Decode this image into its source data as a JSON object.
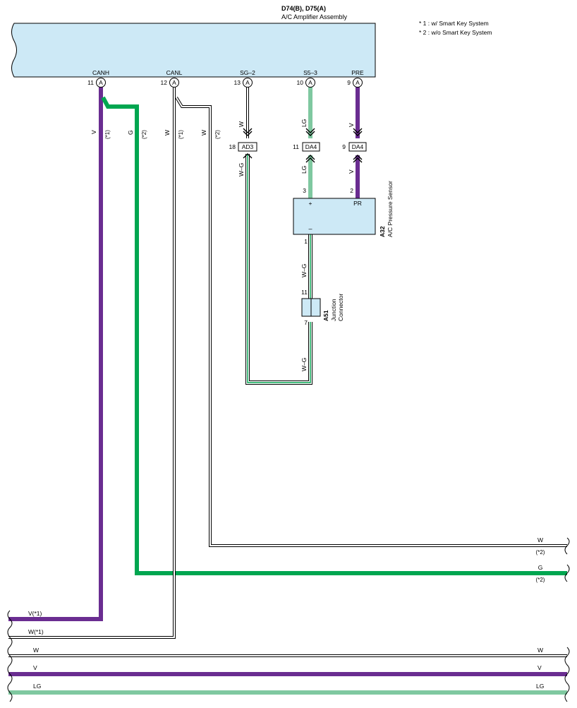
{
  "amplifier": {
    "code": "D74(B), D75(A)",
    "name": "A/C Amplifier Assembly",
    "pins": [
      {
        "label": "CANH",
        "num": "11",
        "conn": "A"
      },
      {
        "label": "CANL",
        "num": "12",
        "conn": "A"
      },
      {
        "label": "SG–2",
        "num": "13",
        "conn": "A"
      },
      {
        "label": "S5–3",
        "num": "10",
        "conn": "A"
      },
      {
        "label": "PRE",
        "num": "9",
        "conn": "A"
      }
    ]
  },
  "notes": [
    "* 1 : w/ Smart Key System",
    "* 2 : w/o Smart Key System"
  ],
  "wires": {
    "canh_color": "V",
    "canh_option": "(*1)",
    "canh_green": "G",
    "canh_green_option": "(*2)",
    "canl_white1": "W",
    "canl_white1_option": "(*1)",
    "canl_white2": "W",
    "canl_white2_option": "(*2)",
    "sg2_top": "W",
    "sg2_bottom": "W–G",
    "s53_top": "LG",
    "s53_bottom": "LG",
    "pre_top": "V",
    "pre_bottom": "V",
    "ground_upper": "W–G",
    "ground_lower": "W–G"
  },
  "connectors": [
    {
      "num": "18",
      "name": "AD3"
    },
    {
      "num": "11",
      "name": "DA4"
    },
    {
      "num": "9",
      "name": "DA4"
    }
  ],
  "sensor": {
    "code": "A32",
    "name": "A/C Pressure Sensor",
    "plus": "+",
    "minus": "–",
    "pr": "PR",
    "pin3": "3",
    "pin2": "2",
    "pin1": "1"
  },
  "junction": {
    "code": "A51",
    "name1": "Junction",
    "name2": "Connector",
    "pin_top": "11",
    "pin_bottom": "7"
  },
  "right_ends": [
    {
      "label": "W",
      "option": "(*2)"
    },
    {
      "label": "G",
      "option": "(*2)"
    }
  ],
  "left_ends": [
    "V(*1)",
    "W(*1)"
  ],
  "bottom_lines": [
    {
      "left": "W",
      "right": "W"
    },
    {
      "left": "V",
      "right": "V"
    },
    {
      "left": "LG",
      "right": "LG"
    }
  ],
  "colors": {
    "violet": "#6a2d91",
    "green": "#00a650",
    "light_green": "#7fc8a0",
    "box_fill": "#cde9f6"
  }
}
